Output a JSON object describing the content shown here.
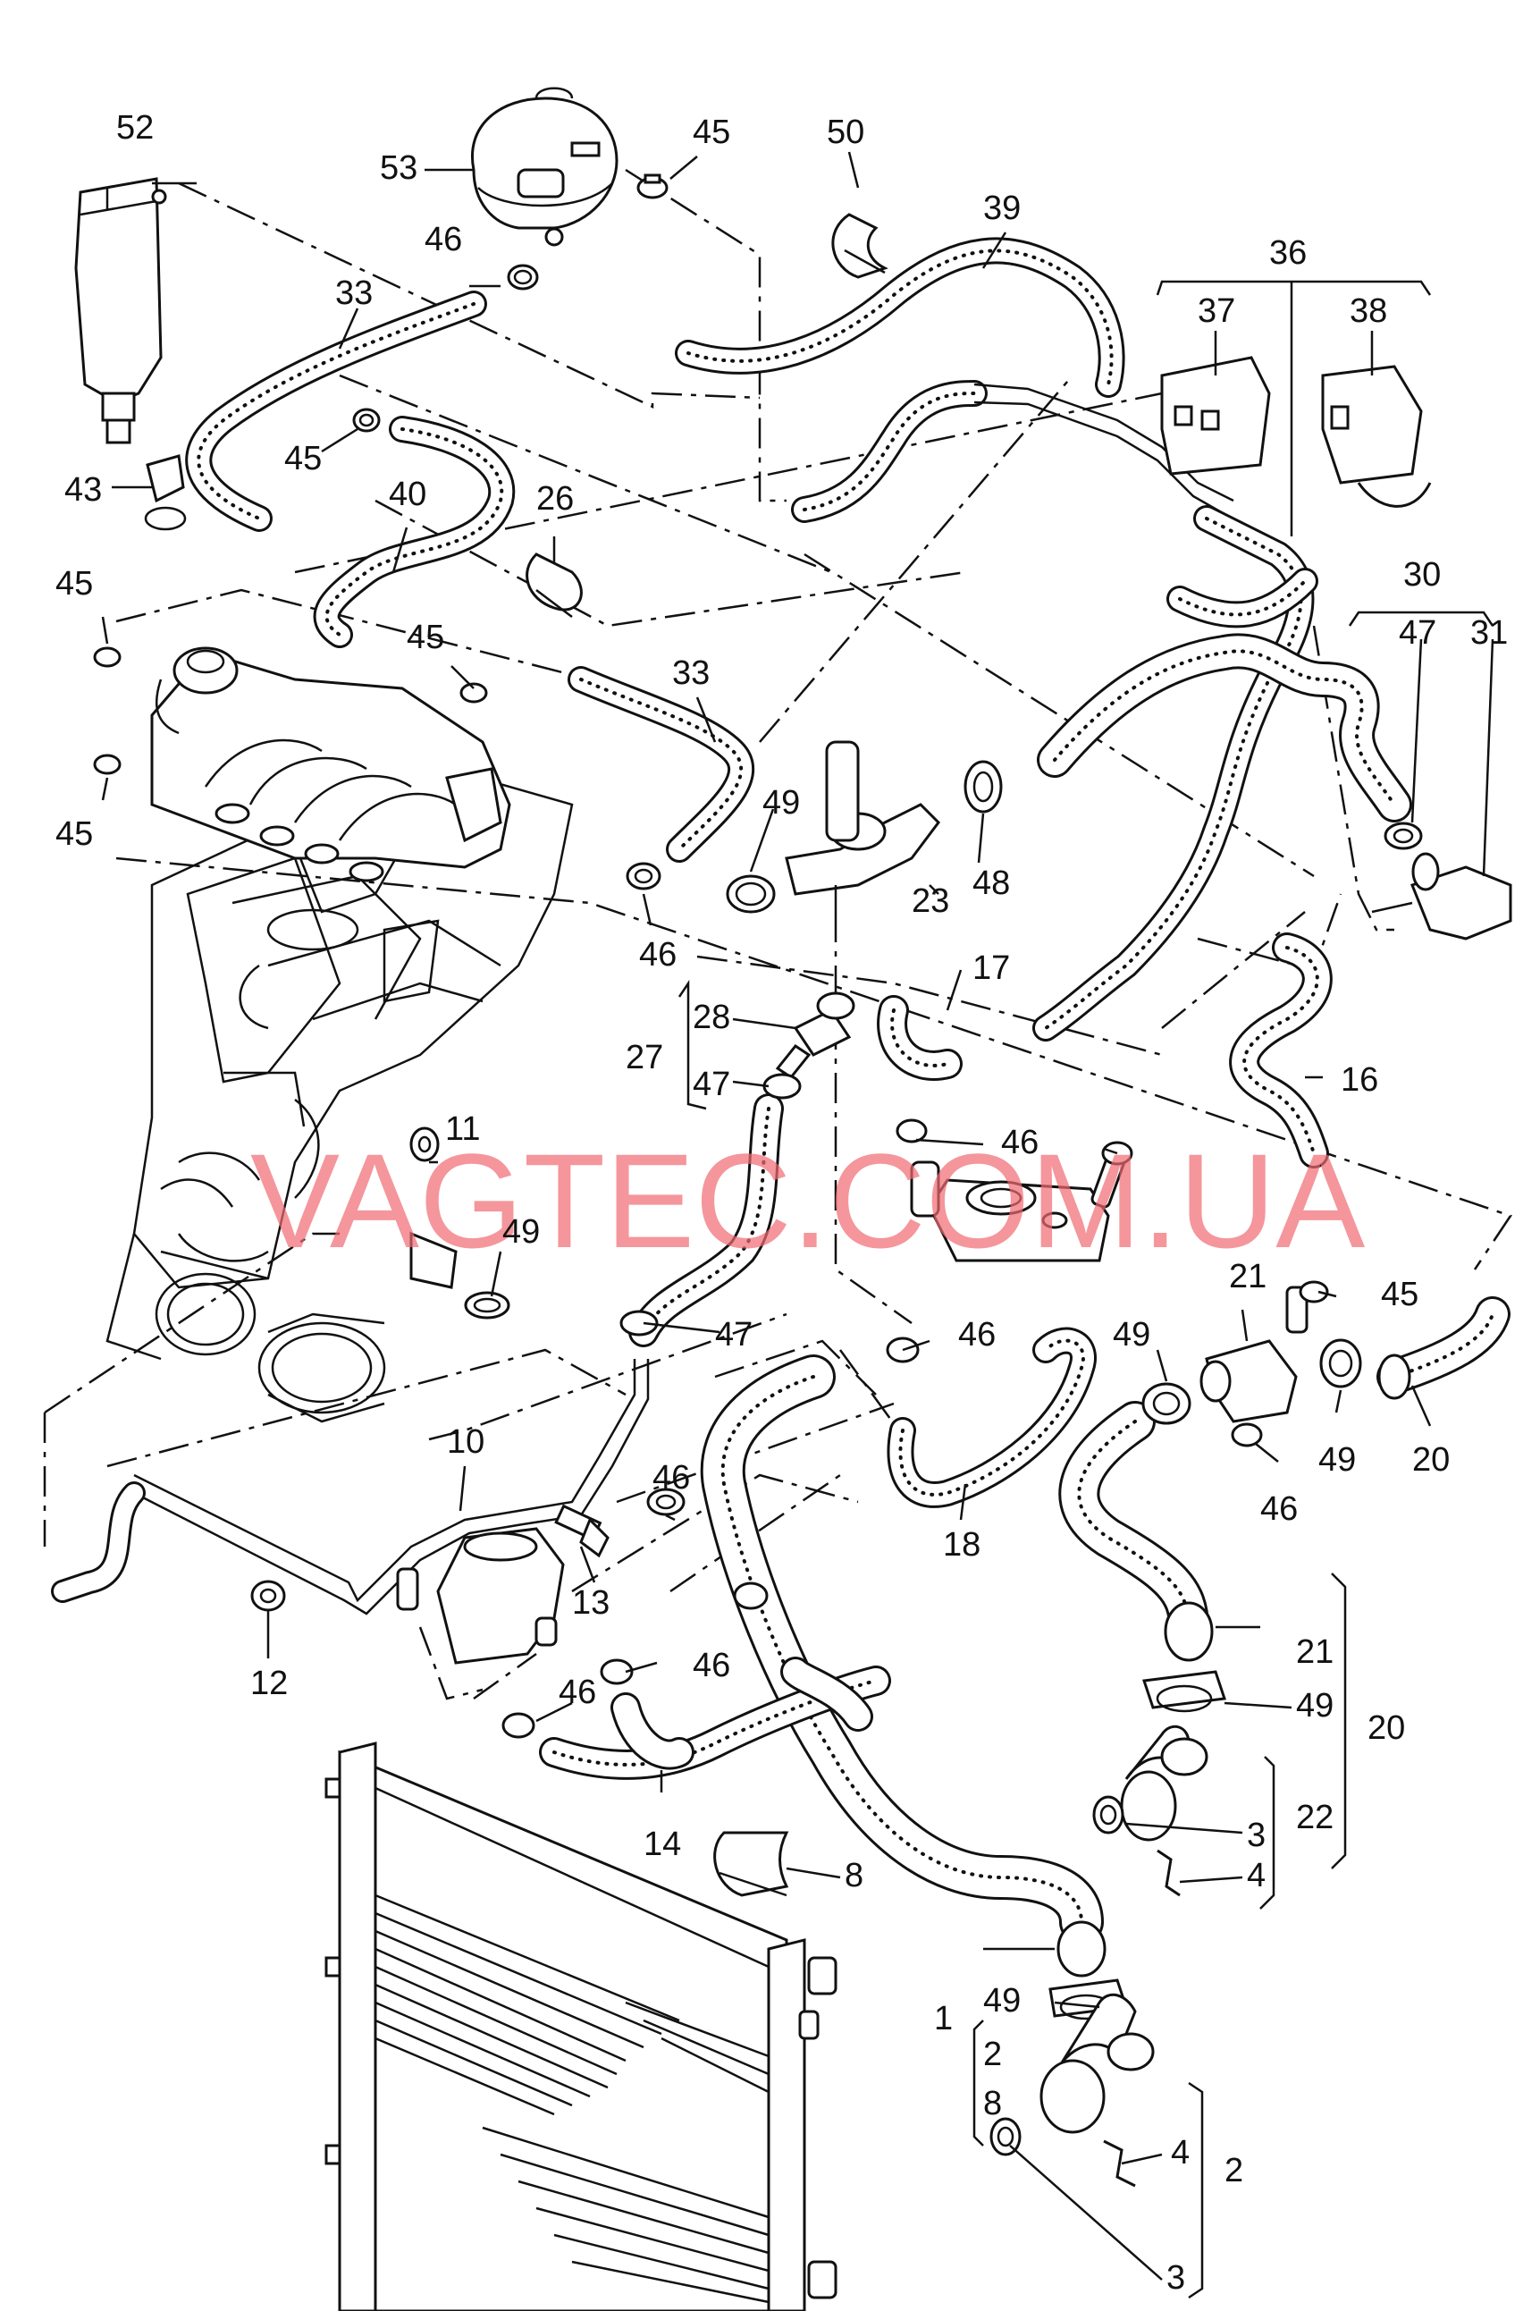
{
  "watermark": "VAGTEC.COM.UA",
  "callouts": [
    {
      "id": "c52",
      "text": "52"
    },
    {
      "id": "c53",
      "text": "53"
    },
    {
      "id": "c45a",
      "text": "45"
    },
    {
      "id": "c50",
      "text": "50"
    },
    {
      "id": "c39",
      "text": "39"
    },
    {
      "id": "c36",
      "text": "36"
    },
    {
      "id": "c37",
      "text": "37"
    },
    {
      "id": "c38",
      "text": "38"
    },
    {
      "id": "c46a",
      "text": "46"
    },
    {
      "id": "c33a",
      "text": "33"
    },
    {
      "id": "c43",
      "text": "43"
    },
    {
      "id": "c45b",
      "text": "45"
    },
    {
      "id": "c40",
      "text": "40"
    },
    {
      "id": "c26",
      "text": "26"
    },
    {
      "id": "c30",
      "text": "30"
    },
    {
      "id": "c47a",
      "text": "47"
    },
    {
      "id": "c31",
      "text": "31"
    },
    {
      "id": "c45c",
      "text": "45"
    },
    {
      "id": "c45d",
      "text": "45"
    },
    {
      "id": "c33b",
      "text": "33"
    },
    {
      "id": "c45e",
      "text": "45"
    },
    {
      "id": "c49a",
      "text": "49"
    },
    {
      "id": "c23",
      "text": "23"
    },
    {
      "id": "c48",
      "text": "48"
    },
    {
      "id": "c46b",
      "text": "46"
    },
    {
      "id": "c17",
      "text": "17"
    },
    {
      "id": "c28",
      "text": "28"
    },
    {
      "id": "c27",
      "text": "27"
    },
    {
      "id": "c47b",
      "text": "47"
    },
    {
      "id": "c16",
      "text": "16"
    },
    {
      "id": "c46c",
      "text": "46"
    },
    {
      "id": "c11",
      "text": "11"
    },
    {
      "id": "c49b",
      "text": "49"
    },
    {
      "id": "c21a",
      "text": "21"
    },
    {
      "id": "c45f",
      "text": "45"
    },
    {
      "id": "c47c",
      "text": "47"
    },
    {
      "id": "c46d",
      "text": "46"
    },
    {
      "id": "c49c",
      "text": "49"
    },
    {
      "id": "c49d",
      "text": "49"
    },
    {
      "id": "c20a",
      "text": "20"
    },
    {
      "id": "c10",
      "text": "10"
    },
    {
      "id": "c46e",
      "text": "46"
    },
    {
      "id": "c18",
      "text": "18"
    },
    {
      "id": "c46f",
      "text": "46"
    },
    {
      "id": "c13",
      "text": "13"
    },
    {
      "id": "c12",
      "text": "12"
    },
    {
      "id": "c46g",
      "text": "46"
    },
    {
      "id": "c46h",
      "text": "46"
    },
    {
      "id": "c21b",
      "text": "21"
    },
    {
      "id": "c49e",
      "text": "49"
    },
    {
      "id": "c20b",
      "text": "20"
    },
    {
      "id": "c14",
      "text": "14"
    },
    {
      "id": "c22",
      "text": "22"
    },
    {
      "id": "c3a",
      "text": "3"
    },
    {
      "id": "c4a",
      "text": "4"
    },
    {
      "id": "c8a",
      "text": "8"
    },
    {
      "id": "c1",
      "text": "1"
    },
    {
      "id": "c49f",
      "text": "49"
    },
    {
      "id": "c2a",
      "text": "2"
    },
    {
      "id": "c8b",
      "text": "8"
    },
    {
      "id": "c4b",
      "text": "4"
    },
    {
      "id": "c2b",
      "text": "2"
    },
    {
      "id": "c3b",
      "text": "3"
    }
  ]
}
